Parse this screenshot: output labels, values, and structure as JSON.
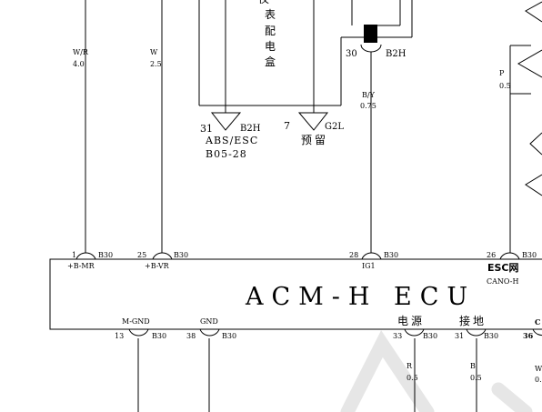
{
  "ecu": {
    "title": "ACM-H ECU",
    "top_pins": [
      {
        "num": "1",
        "conn": "B30",
        "signal": "+B-MR"
      },
      {
        "num": "25",
        "conn": "B30",
        "signal": "+B-VR"
      },
      {
        "num": "28",
        "conn": "B30",
        "signal": "IG1"
      },
      {
        "num": "26",
        "conn": "B30",
        "signal": "ESC网",
        "signal2": "CANO-H"
      }
    ],
    "bottom_pins": [
      {
        "num": "13",
        "conn": "B30",
        "signal": "M-GND"
      },
      {
        "num": "38",
        "conn": "B30",
        "signal": "GND"
      },
      {
        "num": "33",
        "conn": "B30",
        "signal": "电源"
      },
      {
        "num": "31",
        "conn": "B30",
        "signal": "接地"
      },
      {
        "num": "36",
        "conn": "",
        "signal": "C"
      }
    ]
  },
  "wires": {
    "w1": {
      "color": "W/R",
      "size": "4.0"
    },
    "w2": {
      "color": "W",
      "size": "2.5"
    },
    "w3": {
      "color": "B/Y",
      "size": "0.75"
    },
    "w4": {
      "color": "P",
      "size": "0.5"
    },
    "w5": {
      "color": "R",
      "size": "0.5"
    },
    "w6": {
      "color": "B",
      "size": "0.5"
    },
    "w7": {
      "color": "W",
      "size": "0."
    }
  },
  "fusebox": {
    "label_chars": [
      "仪",
      "表",
      "配",
      "电",
      "盒"
    ]
  },
  "connectors": {
    "c30": {
      "num": "30",
      "conn": "B2H"
    },
    "c31": {
      "num": "31",
      "conn": "B2H",
      "name": "ABS/ESC",
      "ref": "B05-28"
    },
    "c7": {
      "num": "7",
      "conn": "G2L",
      "name": "预留"
    }
  },
  "colors": {
    "line": "#000000",
    "background": "#ffffff",
    "watermark": "#e6e6e6"
  }
}
